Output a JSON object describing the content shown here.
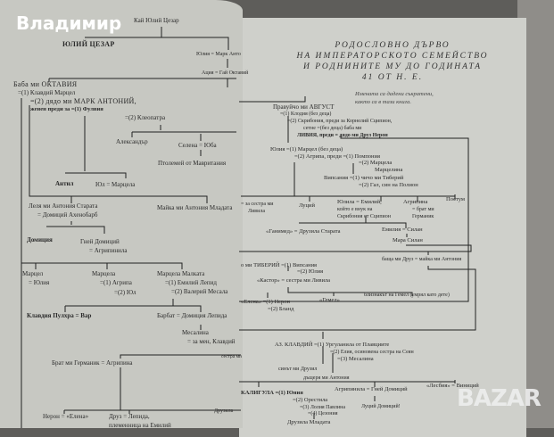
{
  "watermarks": {
    "user": "Владимир",
    "site": "BAZAR"
  },
  "right_page": {
    "title": [
      "РОДОСЛОВНО ДЪРВО",
      "НА ИМПЕРАТОРСКОТО СЕМЕЙСТВО",
      "И РОДНИНИТЕ МУ ДО ГОДИНАТА",
      "41 ОТ Н. Е."
    ],
    "note": [
      "Имената са дадени съкратени,",
      "както са в тази книга."
    ]
  },
  "left": {
    "l1": "Кай Юлий Цезар",
    "l2": "ЮЛИЙ ЦЕЗАР",
    "l3": "Юлия = Марк Анто",
    "l4": "Ация = Гай Октавий",
    "l5": "Баба ми ОКТАВИЯ",
    "l6": "=(1) Клавдий Марцел",
    "l7": "=(2) дядо ми МАРК АНТОНИЙ,",
    "l8": "женен преди за =(1) Фулвия",
    "l9": "=(2) Клеопатра",
    "l10": "Александър",
    "l11": "Селена = Юба",
    "l12": "Птолемей от Мавритания",
    "l13": "Антил",
    "l14": "Юл = Марцела",
    "l15": "Леля ми Антония Старата",
    "l16": "= Домиций Ахенобарб",
    "l17": "Майка ми Антония Младата",
    "l18": "Домиция",
    "l19": "Гней Домиций",
    "l20": "= Агрипинила",
    "l21": "Марцел",
    "l22": "= Юлия",
    "l23": "Марцела",
    "l24": "=(1) Агрипа",
    "l25": "=(2) Юл",
    "l26": "Марцела Малката",
    "l27": "=(1) Емилий Лепид",
    "l28": "=(2) Валерий Месала",
    "l29": "Клавдия Пулхра = Вар",
    "l30": "Барбат = Домиция Лепида",
    "l31": "Месалина",
    "l32": "= за мен, Клавдий",
    "l33": "Брат ми Германик = Агрипина",
    "l34": "сестра ми",
    "l35": "Нерон = «Елена»",
    "l36": "Друз = Лепида,",
    "l37": "племенница на Емилий",
    "l38": "Друзила"
  },
  "right": {
    "r1": "Правуйчо ми АВГУСТ",
    "r2": "=(1) Клодия (без деца)",
    "r3": "=(2) Скрибония, преди за Корнелий Сципион,",
    "r4": "сетне =(без деца) баба ми",
    "r5": "ЛИВИЯ, преди = дядо ми Друз  Нерон",
    "r6": "Юлия =(1)  Марцел (без деца)",
    "r7": "=(2) Агрипа, преди =(1) Помпония",
    "r8": "=(2) Марцела",
    "r9": "Марцелина",
    "r10": "Випсания =(1) чичо ми Тиберий",
    "r11": "=(2)  Гал,  син  на  Полион",
    "r12": "= за сестра ми",
    "r13": "Ливила",
    "r14": "Луций",
    "r15": "Юлила = Емилий,",
    "r16": "който е внук на",
    "r17": "Скрибония от Сципион",
    "r18": "Агрипина",
    "r19": "= брат ми",
    "r20": "Германик",
    "r21": "Постум",
    "r22": "«Ганимед» = Друзила Старата",
    "r23": "Емилия = Силан",
    "r24": "Мара Силан",
    "r25": "баща ми Друз = майка ми Антония",
    "r26": "о ми ТИБЕРИЙ =(1) Випсания",
    "r27": "=(2) Юлия",
    "r28": "«Кастор» = сестра ми  Ливила",
    "r29": "«Елена» =(1)  Нерон",
    "r30": "=(2)  Бланд",
    "r31": "«Гемел»",
    "r32": "близнакът на Гемел (умрял като дете)",
    "r33": "АЗ. КЛАВДИЙ =(1) Ургуланила от Плавциите",
    "r34": "=(2) Елия, осиновена сестра на Сеян",
    "r35": "=(3)  Месалина",
    "r36": "синът ми Друзил",
    "r37": "дъщеря ми Антония",
    "r38": "КАЛИГУЛА =(1)  Юния",
    "r39": "Агрипинила = Гней Домиций",
    "r40": "«Лесбия» = Виниций",
    "r41": "=(2)  Орестила",
    "r42": "=(3) Лолия Павлина",
    "r43": "=(4) Цезония",
    "r44": "Луций Домиций!",
    "r45": "Друзила Младата"
  }
}
